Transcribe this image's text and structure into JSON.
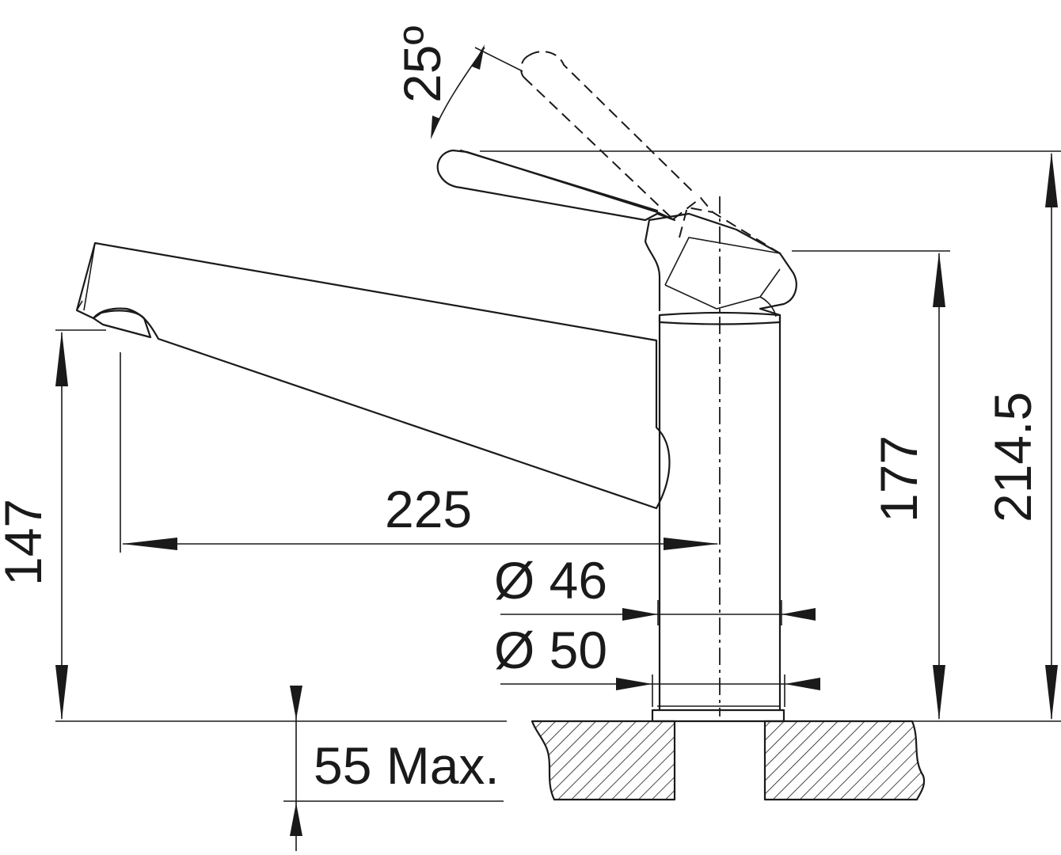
{
  "labels": {
    "angle": "25º",
    "height_total": "214.5",
    "height_body": "177",
    "height_spout": "147",
    "reach": "225",
    "diameter_top": "Ø 46",
    "diameter_base": "Ø 50",
    "counter_thickness": "55 Max."
  },
  "colors": {
    "line": "#1a1a1a",
    "background": "#ffffff"
  }
}
